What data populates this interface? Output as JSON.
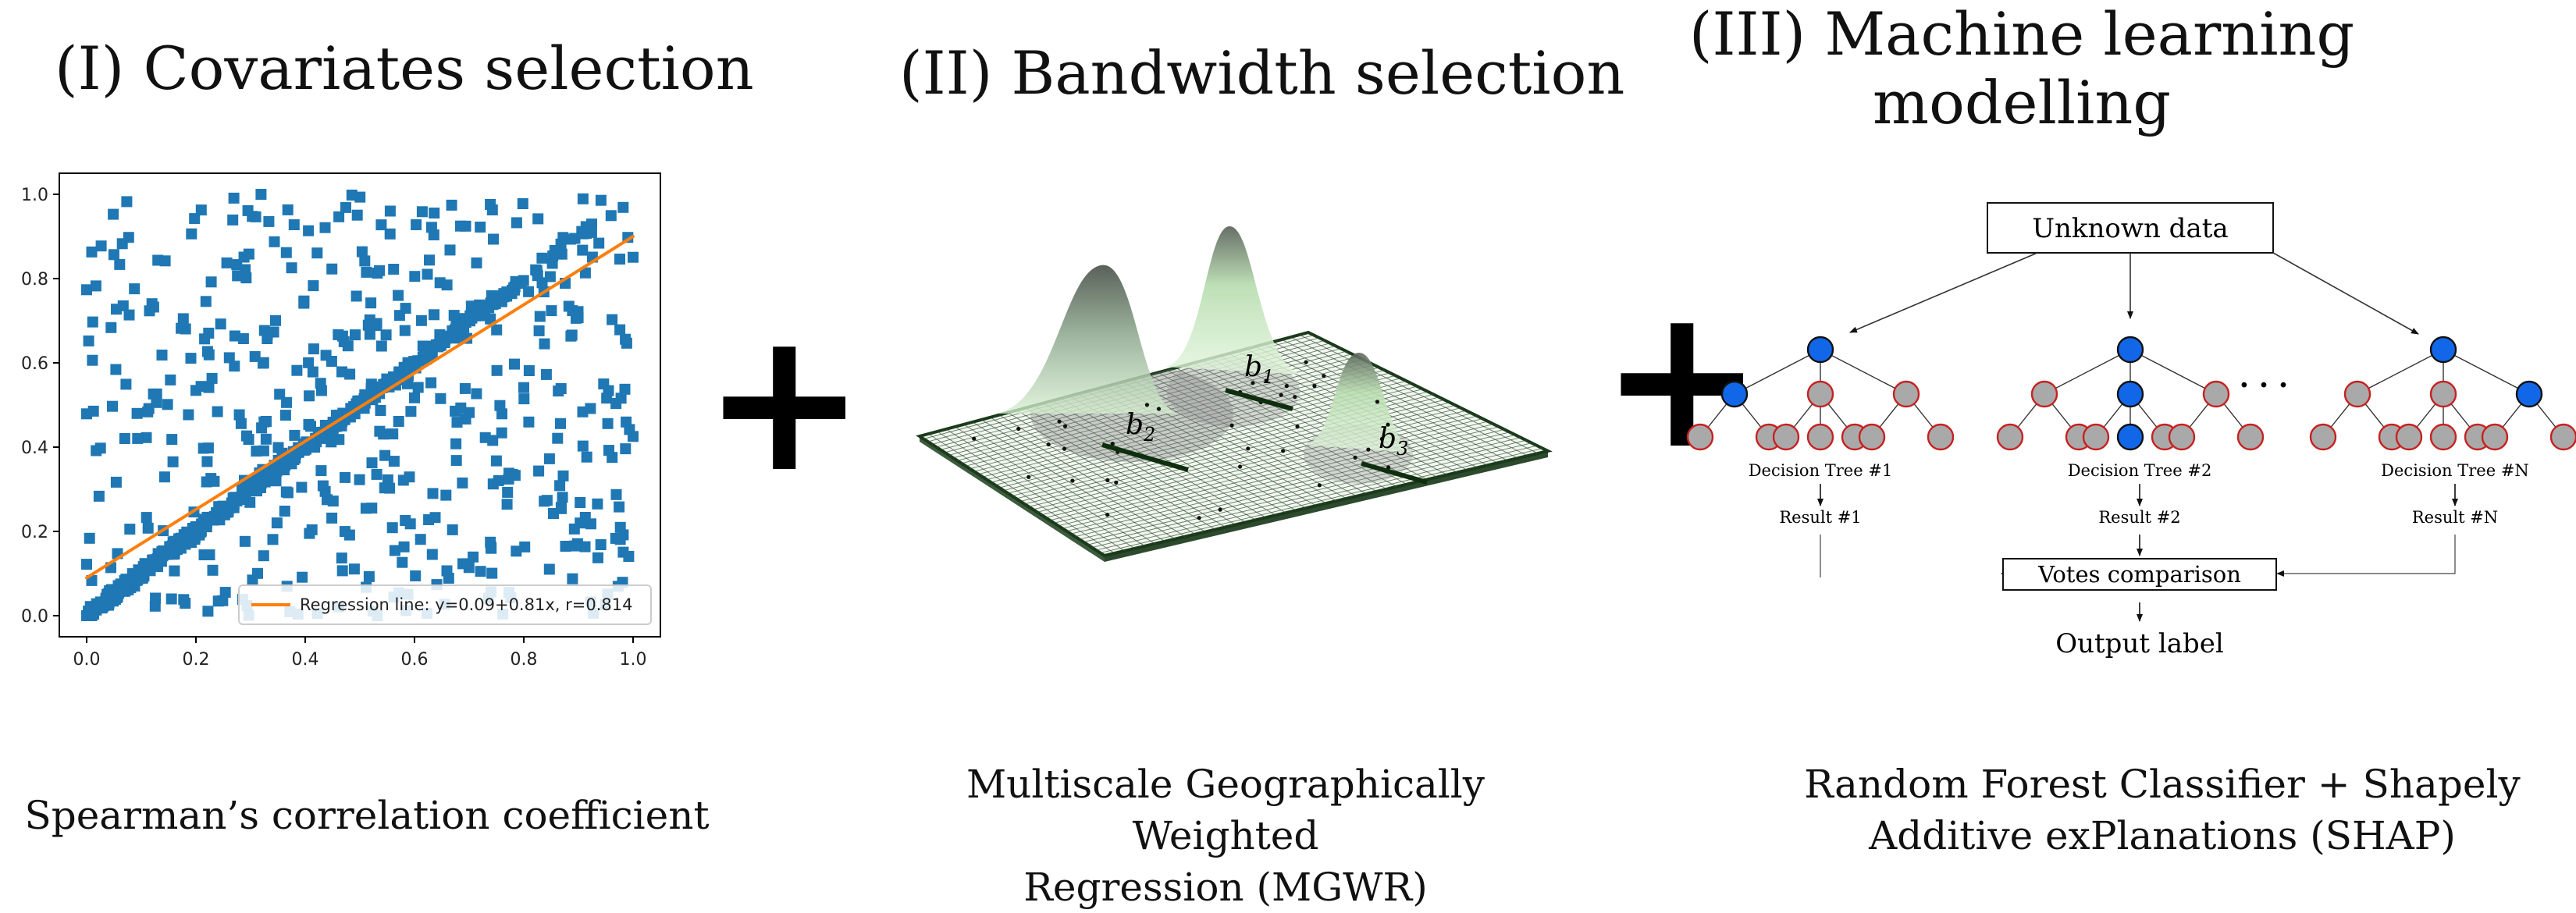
{
  "sections": [
    {
      "title": "(I) Covariates selection",
      "caption": "Spearman’s correlation coefficient"
    },
    {
      "title": "(II) Bandwidth selection",
      "caption_lines": [
        "Multiscale Geographically Weighted",
        "Regression (MGWR)"
      ]
    },
    {
      "title_lines": [
        "(III) Machine learning",
        "modelling"
      ],
      "caption_lines": [
        "Random Forest Classifier + Shapely",
        "Additive exPlanations (SHAP)"
      ]
    }
  ],
  "plus_symbol": "+",
  "chart_data": {
    "type": "scatter",
    "xlim": [
      -0.05,
      1.05
    ],
    "ylim": [
      -0.05,
      1.05
    ],
    "x_ticks": [
      "0.0",
      "0.2",
      "0.4",
      "0.6",
      "0.8",
      "1.0"
    ],
    "y_ticks": [
      "0.0",
      "0.2",
      "0.4",
      "0.6",
      "0.8",
      "1.0"
    ],
    "marker_color": "#1f77b4",
    "line_color": "#ff7f0e",
    "regression": {
      "intercept": 0.09,
      "slope": 0.81
    },
    "legend": "Regression line: y=0.09+0.81x, r=0.814",
    "legend_position": "lower right",
    "n_points": 1000
  },
  "mgwr": {
    "bandwidth_labels": [
      {
        "sym": "b",
        "sub": "1"
      },
      {
        "sym": "b",
        "sub": "2"
      },
      {
        "sym": "b",
        "sub": "3"
      }
    ]
  },
  "random_forest": {
    "input_label": "Unknown data",
    "trees": [
      {
        "name": "Decision Tree #1",
        "result": "Result #1"
      },
      {
        "name": "Decision Tree #2",
        "result": "Result #2"
      },
      {
        "name": "Decision Tree #N",
        "result": "Result #N"
      }
    ],
    "ellipsis": "· · ·",
    "vote_label": "Votes comparison",
    "output_label": "Output label",
    "colors": {
      "selected": "#1167e8",
      "unselected": "#a9a9a9",
      "unselected_border": "#c82020"
    }
  }
}
